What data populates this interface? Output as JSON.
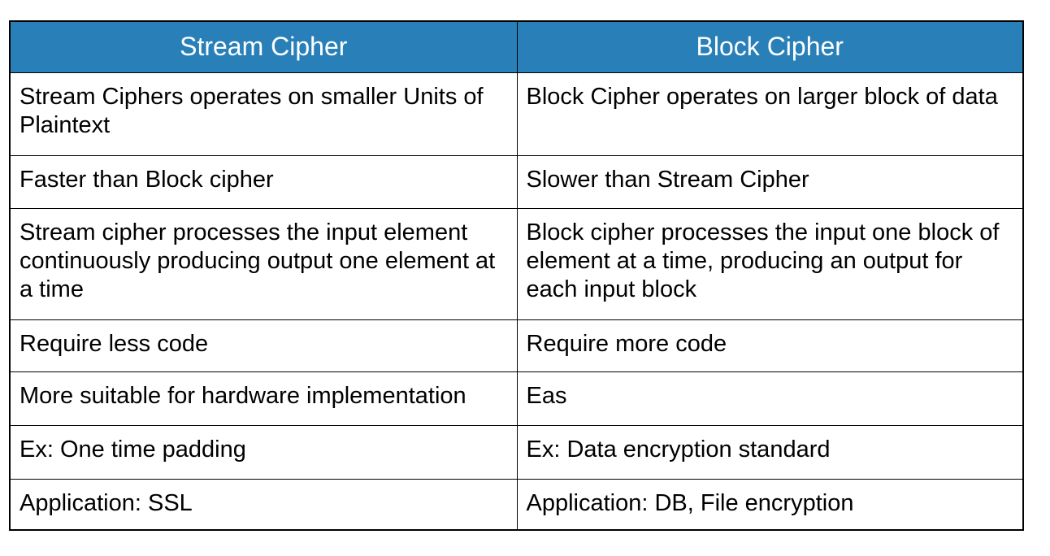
{
  "table": {
    "columns": [
      {
        "header": "Stream Cipher"
      },
      {
        "header": "Block Cipher"
      }
    ],
    "rows": [
      {
        "stream": "Stream Ciphers operates on smaller Units of Plaintext",
        "block": "Block Cipher operates on larger block of data"
      },
      {
        "stream": "Faster than Block cipher",
        "block": "Slower than Stream Cipher"
      },
      {
        "stream": "Stream cipher processes the input element continuously producing output one element at a time",
        "block": "Block cipher processes the input one block of element at a time, producing an output for each input block"
      },
      {
        "stream": "Require less code",
        "block": "Require more code"
      },
      {
        "stream": "More suitable for hardware implementation",
        "block": "Eas"
      },
      {
        "stream": "Ex: One time padding",
        "block": "Ex: Data encryption standard"
      },
      {
        "stream": "Application: SSL",
        "block": "Application: DB, File encryption"
      }
    ],
    "colors": {
      "header_bg": "#2980b9",
      "header_text": "#ffffff",
      "body_text": "#000000",
      "border_color": "#000000",
      "page_bg": "#ffffff"
    }
  }
}
